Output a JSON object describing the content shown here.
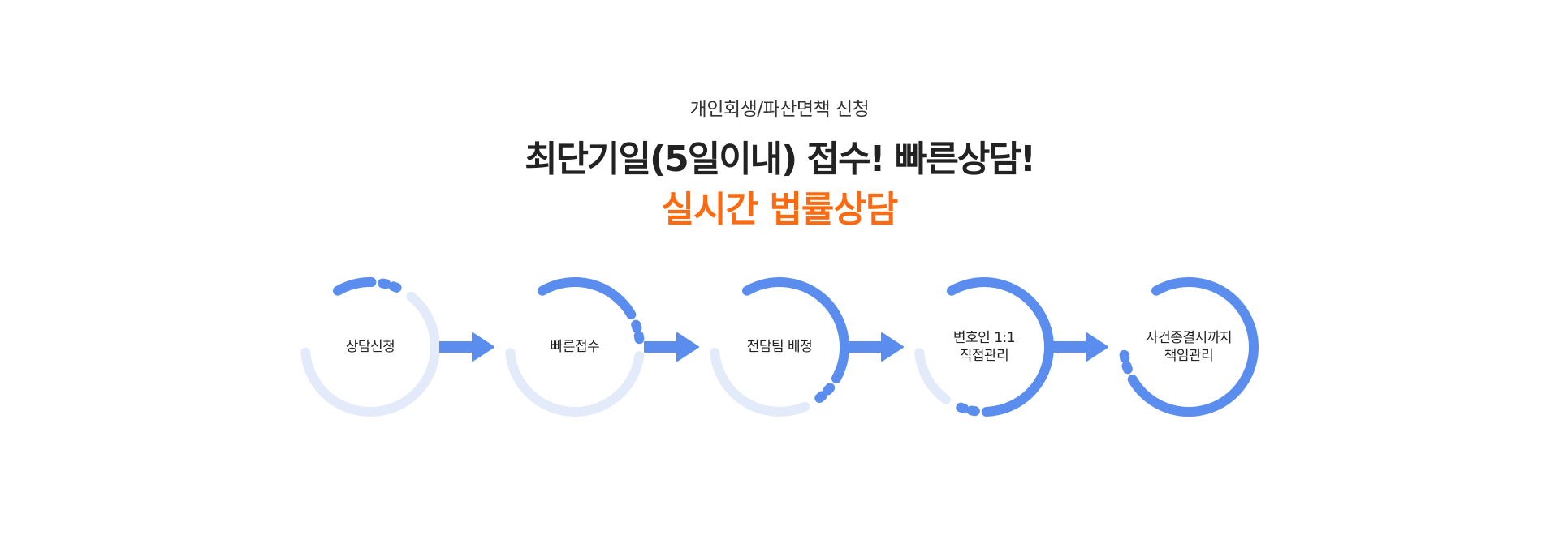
{
  "header": {
    "subtitle": "개인회생/파산면책 신청",
    "title": "최단기일(5일이내) 접수! 빠른상담!",
    "accent": "실시간 법률상담"
  },
  "colors": {
    "accent": "#ff6a10",
    "arc": "#5b8def",
    "arc_light": "#e3ebfb",
    "text": "#222222"
  },
  "steps": [
    {
      "line1": "상담신청",
      "line2": "",
      "progress": 0.2
    },
    {
      "line1": "빠른접수",
      "line2": "",
      "progress": 0.4
    },
    {
      "line1": "전담팀 배정",
      "line2": "",
      "progress": 0.6
    },
    {
      "line1": "변호인 1:1",
      "line2": "직접관리",
      "progress": 0.8
    },
    {
      "line1": "사건종결시까지",
      "line2": "책임관리",
      "progress": 1.0
    }
  ]
}
